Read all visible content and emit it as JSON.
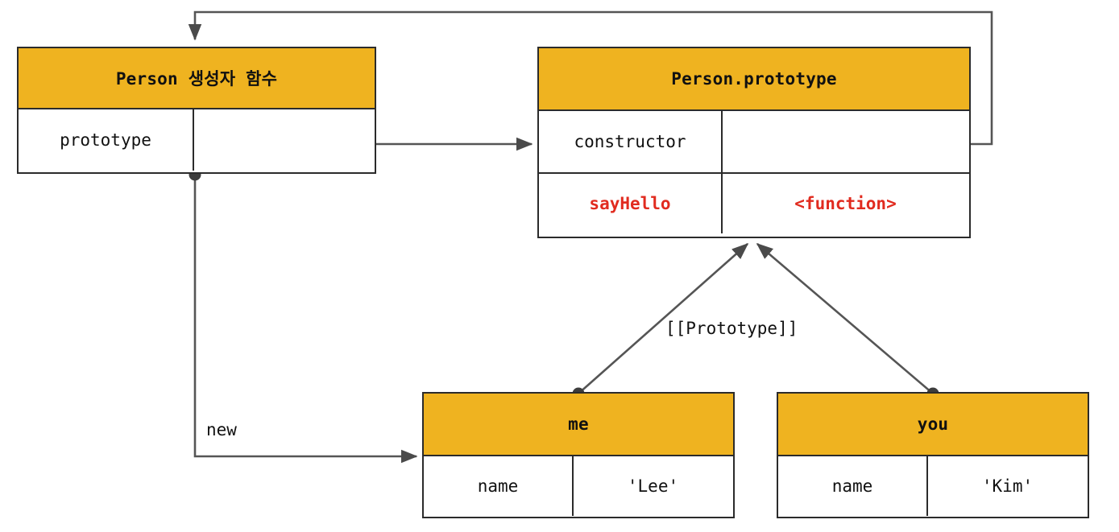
{
  "diagram": {
    "title": "JavaScript prototype chain diagram",
    "colors": {
      "header_fill": "#efb320",
      "border": "#2b2b2b",
      "wire": "#555555",
      "highlight_text": "#e12b1f",
      "background": "#ffffff"
    },
    "nodes": [
      {
        "id": "person",
        "header": "Person 생성자 함수",
        "rows": [
          {
            "key": "prototype",
            "value": ""
          }
        ]
      },
      {
        "id": "person-prototype",
        "header": "Person.prototype",
        "rows": [
          {
            "key": "constructor",
            "value": ""
          },
          {
            "key": "sayHello",
            "value": "<function>"
          }
        ]
      },
      {
        "id": "me",
        "header": "me",
        "rows": [
          {
            "key": "name",
            "value": "'Lee'"
          }
        ]
      },
      {
        "id": "you",
        "header": "you",
        "rows": [
          {
            "key": "name",
            "value": "'Kim'"
          }
        ]
      }
    ],
    "edge_labels": {
      "prototype_link": "[[Prototype]]",
      "new_operator": "new"
    }
  }
}
